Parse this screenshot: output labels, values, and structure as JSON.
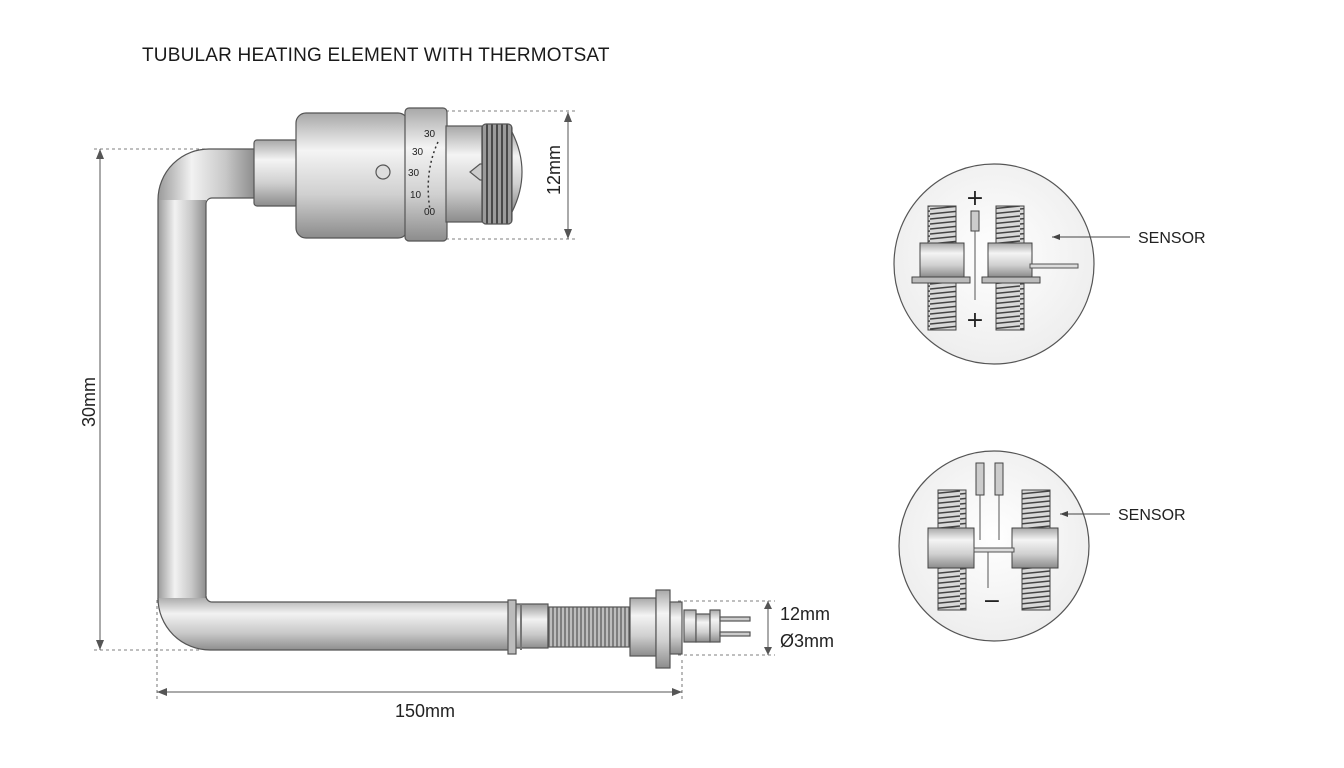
{
  "title": "TUBULAR HEATING ELEMENT WITH THERMOTSAT",
  "dimensions": {
    "height": "30mm",
    "width": "150mm",
    "head_diameter": "12mm",
    "terminal_size": "12mm",
    "terminal_diameter": "Ø3mm"
  },
  "dial_scale": [
    "30",
    "30",
    "30",
    "10",
    "00"
  ],
  "detail_top": {
    "sensor_label": "SENSOR",
    "polarity_top": "+",
    "polarity_bottom": "+"
  },
  "detail_bottom": {
    "sensor_label": "SENSOR",
    "polarity_bottom": "−"
  },
  "colors": {
    "metal_light": "#e6e6e6",
    "metal_dark": "#8a8a8a",
    "line": "#333333",
    "thread": "#555555"
  }
}
